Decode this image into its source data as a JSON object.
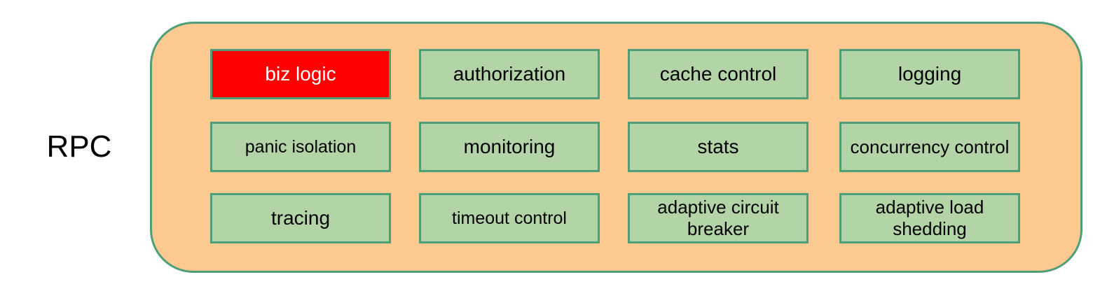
{
  "diagram": {
    "side_label": "RPC",
    "container": {
      "name": "rpc-framework-container",
      "fill_color": "#fcca90",
      "border_color": "#4E9E77"
    },
    "style": {
      "cell_fill": "#b2d4a6",
      "cell_border": "#4E9E77",
      "highlight_fill": "#FF0000",
      "highlight_text": "#FFFFFF",
      "text_color": "#000000"
    },
    "rows": [
      {
        "cells": [
          {
            "label": "biz logic",
            "highlighted": true
          },
          {
            "label": "authorization",
            "highlighted": false
          },
          {
            "label": "cache control",
            "highlighted": false
          },
          {
            "label": "logging",
            "highlighted": false
          }
        ]
      },
      {
        "cells": [
          {
            "label": "panic isolation",
            "highlighted": false
          },
          {
            "label": "monitoring",
            "highlighted": false
          },
          {
            "label": "stats",
            "highlighted": false
          },
          {
            "label": "concurrency control",
            "highlighted": false
          }
        ]
      },
      {
        "cells": [
          {
            "label": "tracing",
            "highlighted": false
          },
          {
            "label": "timeout control",
            "highlighted": false
          },
          {
            "label": "adaptive circuit breaker",
            "highlighted": false
          },
          {
            "label": "adaptive load shedding",
            "highlighted": false
          }
        ]
      }
    ]
  }
}
